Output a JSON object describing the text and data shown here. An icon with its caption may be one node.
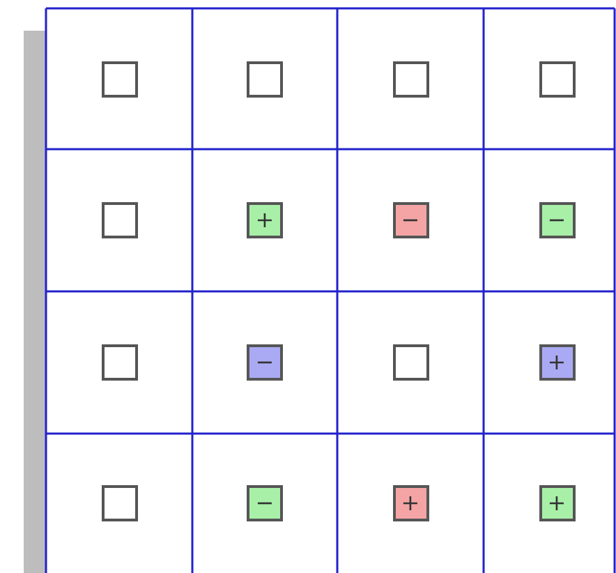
{
  "diagram": {
    "nodes": [
      {
        "text": [],
        "shape": "box"
      },
      {
        "text": [],
        "shape": "box"
      },
      {
        "text": [],
        "shape": "box"
      },
      {
        "text": [],
        "shape": "box"
      },
      {
        "text": [],
        "shape": "box"
      },
      {
        "text": [
          "+"
        ]
      },
      {
        "text": [
          "−"
        ]
      },
      {
        "text": [
          "−"
        ]
      },
      {
        "text": [],
        "shape": "box"
      },
      {
        "text": [
          "−"
        ]
      },
      {
        "text": [],
        "shape": "box"
      },
      {
        "text": [
          "+"
        ]
      },
      {
        "text": [],
        "shape": "box"
      },
      {
        "text": [
          "−"
        ]
      },
      {
        "text": [
          "+"
        ]
      },
      {
        "text": [
          "+"
        ]
      }
    ]
  }
}
